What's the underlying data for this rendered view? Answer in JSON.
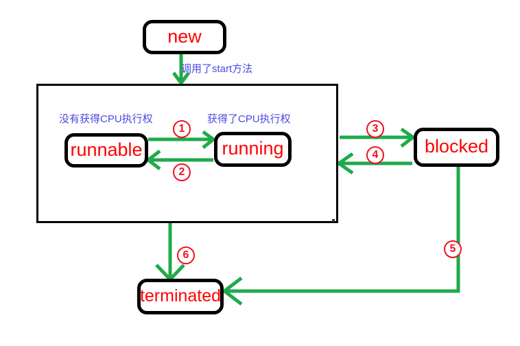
{
  "diagram": {
    "title": "Java thread state transition diagram",
    "colors": {
      "box_border": "#000000",
      "box_text": "#ff0000",
      "arrow": "#1faa4b",
      "note_text": "#4a4ae0",
      "number_badge": "#ee1122",
      "background": "#ffffff"
    },
    "states": [
      {
        "id": "new",
        "label": "new"
      },
      {
        "id": "runnable",
        "label": "runnable"
      },
      {
        "id": "running",
        "label": "running"
      },
      {
        "id": "blocked",
        "label": "blocked"
      },
      {
        "id": "terminated",
        "label": "terminated"
      }
    ],
    "notes": [
      {
        "id": "start-method",
        "text": "调用了start方法"
      },
      {
        "id": "no-cpu",
        "text": "没有获得CPU执行权"
      },
      {
        "id": "got-cpu",
        "text": "获得了CPU执行权"
      }
    ],
    "transitions": [
      {
        "number": "1",
        "from": "runnable",
        "to": "running"
      },
      {
        "number": "2",
        "from": "running",
        "to": "runnable"
      },
      {
        "number": "3",
        "from": "running",
        "to": "blocked"
      },
      {
        "number": "4",
        "from": "blocked",
        "to": "running"
      },
      {
        "number": "5",
        "from": "blocked",
        "to": "terminated"
      },
      {
        "number": "6",
        "from": "running",
        "to": "terminated"
      }
    ]
  }
}
